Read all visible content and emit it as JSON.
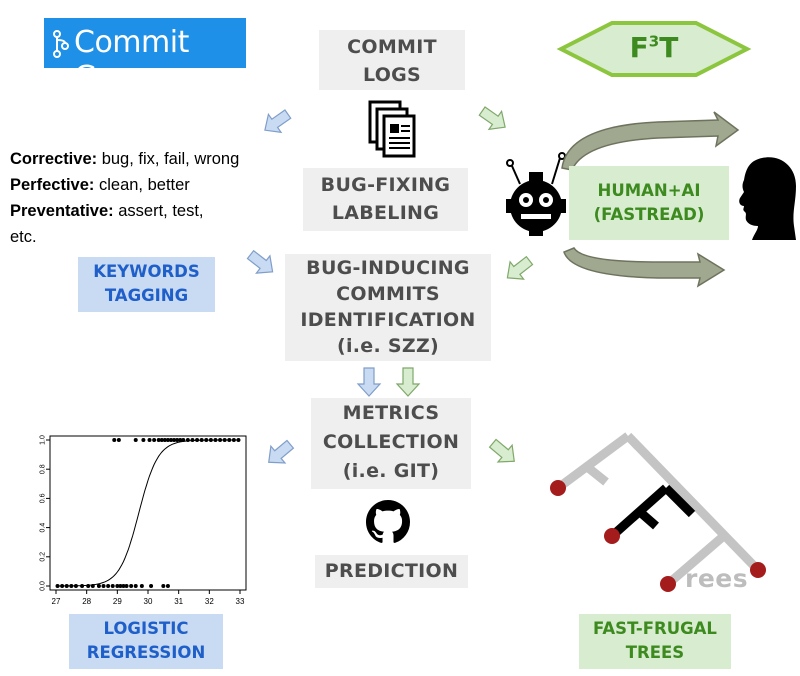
{
  "logos": {
    "commit_guru": "Commit Guru",
    "f3t_base": "F",
    "f3t_sup": "3",
    "f3t_tail": "T"
  },
  "boxes": {
    "commit_logs": [
      "COMMIT",
      "LOGS"
    ],
    "bug_fixing": [
      "BUG-FIXING",
      "LABELING"
    ],
    "bug_inducing": [
      "BUG-INDUCING",
      "COMMITS",
      "IDENTIFICATION",
      "(i.e. SZZ)"
    ],
    "metrics": [
      "METRICS",
      "COLLECTION",
      "(i.e. GIT)"
    ],
    "prediction": "PREDICTION",
    "keywords": [
      "KEYWORDS",
      "TAGGING"
    ],
    "human_ai": [
      "HUMAN+AI",
      "(FASTREAD)"
    ],
    "logistic": [
      "LOGISTIC",
      "REGRESSION"
    ],
    "fft": [
      "FAST-FRUGAL",
      "TREES"
    ],
    "trees_word": "rees"
  },
  "keywords_list": [
    {
      "label": "Corrective:",
      "words": " bug, fix, fail, wrong"
    },
    {
      "label": "Perfective:",
      "words": " clean, better"
    },
    {
      "label": "Preventative:",
      "words": " assert, test,"
    },
    {
      "label": "",
      "words": "etc."
    }
  ],
  "chart_data": {
    "type": "scatter",
    "x_ticks": [
      "27",
      "28",
      "29",
      "30",
      "31",
      "32",
      "33"
    ],
    "y_ticks": [
      "0.0",
      "0.2",
      "0.4",
      "0.6",
      "0.8",
      "1.0"
    ],
    "xlim": [
      27,
      33
    ],
    "ylim": [
      0,
      1
    ],
    "curve": {
      "type": "logistic",
      "midpoint": 29.7,
      "slope": 3.2
    },
    "points_y0": [
      27.05,
      27.2,
      27.35,
      27.5,
      27.65,
      27.85,
      28.05,
      28.2,
      28.4,
      28.55,
      28.7,
      28.85,
      29.0,
      29.1,
      29.2,
      29.3,
      29.45,
      29.6,
      29.8,
      30.1,
      30.5,
      30.65
    ],
    "points_y1": [
      28.9,
      29.05,
      29.6,
      29.85,
      30.05,
      30.2,
      30.35,
      30.45,
      30.55,
      30.65,
      30.75,
      30.85,
      30.95,
      31.05,
      31.15,
      31.3,
      31.45,
      31.6,
      31.75,
      31.9,
      32.05,
      32.2,
      32.35,
      32.5,
      32.65,
      32.8,
      32.95
    ]
  },
  "colors": {
    "blue_arrow": "#c9daf3",
    "green_arrow": "#d8ecd0",
    "commit_guru_bg": "#1e90e8",
    "f3t_fill": "#d8ecd0",
    "f3t_stroke": "#8cc63f",
    "tree_gray": "#c4c4c4",
    "tree_black": "#000000",
    "leaf_red": "#a51c1c"
  },
  "icons": [
    "document-stack-icon",
    "robot-icon",
    "human-head-icon",
    "github-icon",
    "git-branch-icon",
    "cycle-arrows-icon"
  ]
}
